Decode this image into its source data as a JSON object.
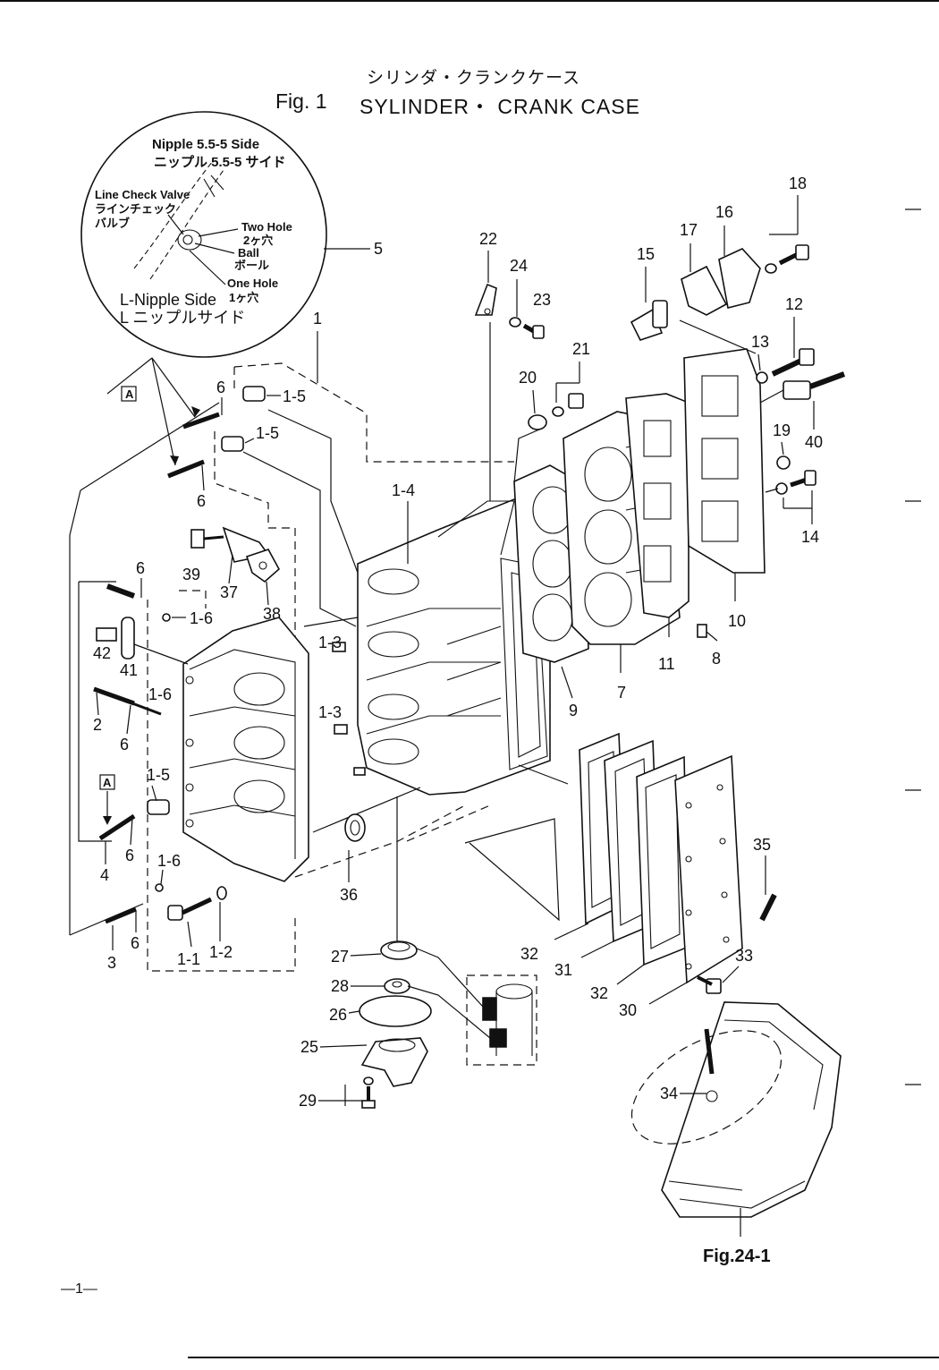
{
  "title": {
    "jp": "シリンダ・クランクケース",
    "fig": "Fig. 1",
    "en": "SYLINDER・ CRANK CASE"
  },
  "inset": {
    "nipple_side_en": "Nipple 5.5-5 Side",
    "nipple_side_jp": "ニップル 5.5-5 サイド",
    "line_check_en": "Line Check Valve",
    "line_check_jp1": "ラインチェック",
    "line_check_jp2": "バルブ",
    "two_hole_en": "Two Hole",
    "two_hole_jp": "2ヶ穴",
    "ball_en": "Ball",
    "ball_jp": "ボール",
    "one_hole_en": "One Hole",
    "one_hole_jp": "1ヶ穴",
    "l_nipple_en": "L-Nipple Side",
    "l_nipple_jp": "L ニップルサイド"
  },
  "callouts": {
    "c1": "1",
    "c1_1": "1-1",
    "c1_2": "1-2",
    "c1_3a": "1-3",
    "c1_3b": "1-3",
    "c1_4": "1-4",
    "c1_5a": "1-5",
    "c1_5b": "1-5",
    "c1_5c": "1-5",
    "c1_6a": "1-6",
    "c1_6b": "1-6",
    "c1_6c": "1-6",
    "c2": "2",
    "c3": "3",
    "c4": "4",
    "c5": "5",
    "c6a": "6",
    "c6b": "6",
    "c6c": "6",
    "c6d": "6",
    "c6e": "6",
    "c6f": "6",
    "c7": "7",
    "c8": "8",
    "c9": "9",
    "c10": "10",
    "c11": "11",
    "c12": "12",
    "c13": "13",
    "c14": "14",
    "c15": "15",
    "c16": "16",
    "c17": "17",
    "c18": "18",
    "c19": "19",
    "c20": "20",
    "c21": "21",
    "c22": "22",
    "c23": "23",
    "c24": "24",
    "c25": "25",
    "c26": "26",
    "c27": "27",
    "c28": "28",
    "c29": "29",
    "c30": "30",
    "c31": "31",
    "c32a": "32",
    "c32b": "32",
    "c33": "33",
    "c34": "34",
    "c35": "35",
    "c36": "36",
    "c37": "37",
    "c38": "38",
    "c39": "39",
    "c40": "40",
    "c41": "41",
    "c42": "42",
    "boxA1": "A",
    "boxA2": "A"
  },
  "ref_fig": "Fig.24-1",
  "page_number": "—1—"
}
